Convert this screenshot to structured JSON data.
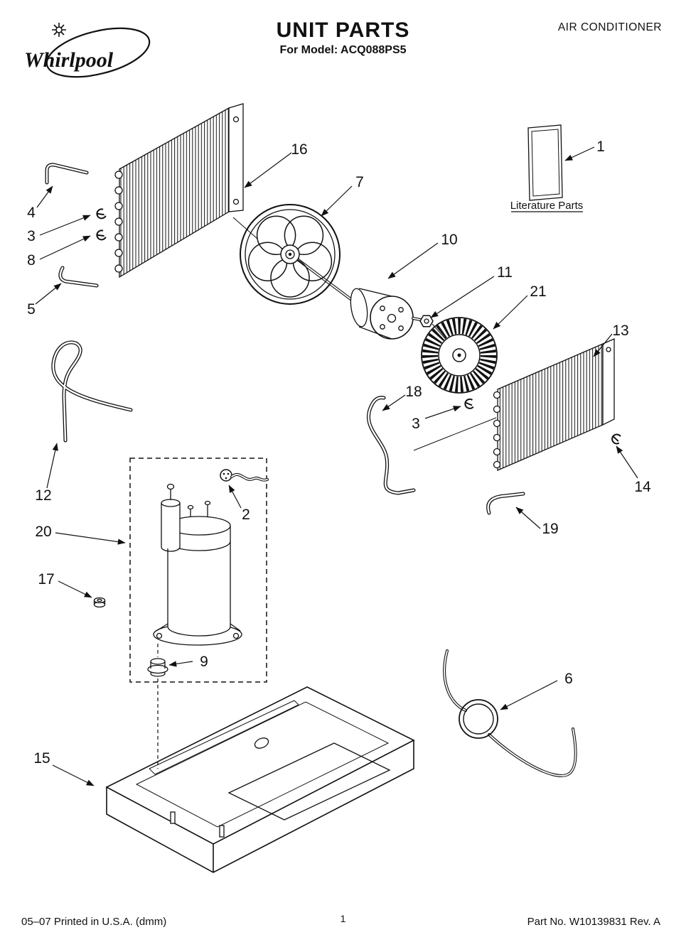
{
  "header": {
    "brand": "Whirlpool",
    "title": "UNIT PARTS",
    "subtitle": "For Model: ACQ088PS5",
    "category": "AIR CONDITIONER"
  },
  "diagram": {
    "literature_label": "Literature Parts",
    "callouts": {
      "c1": "1",
      "c2": "2",
      "c3a": "3",
      "c3b": "3",
      "c4": "4",
      "c5": "5",
      "c6": "6",
      "c7": "7",
      "c8": "8",
      "c9": "9",
      "c10": "10",
      "c11": "11",
      "c12": "12",
      "c13": "13",
      "c14": "14",
      "c15": "15",
      "c16": "16",
      "c17": "17",
      "c18": "18",
      "c19": "19",
      "c20": "20",
      "c21": "21"
    }
  },
  "footer": {
    "left": "05–07 Printed in U.S.A. (dmm)",
    "page": "1",
    "right": "Part No. W10139831 Rev. A"
  }
}
